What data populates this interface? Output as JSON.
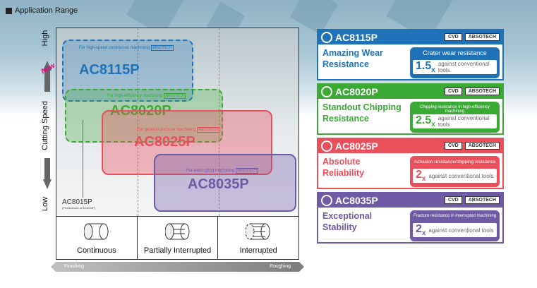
{
  "title": "Application Range",
  "axis": {
    "y_label": "Cutting Speed",
    "y_high": "High",
    "y_low": "Low",
    "x_left": "Finishing",
    "x_right": "Roughing"
  },
  "modes": [
    {
      "label": "Continuous",
      "icon": "continuous-cutting-icon"
    },
    {
      "label": "Partially Interrupted",
      "icon": "partially-interrupted-icon"
    },
    {
      "label": "Interrupted",
      "icon": "interrupted-cutting-icon"
    }
  ],
  "new_badge": "New",
  "absotech": "ABSOTECH",
  "grades": [
    {
      "name": "AC8115P",
      "range_label": "For high-speed continuous machining",
      "color": "#1f72b8"
    },
    {
      "name": "AC8020P",
      "range_label": "For high-efficiency machining",
      "color": "#3aaa35"
    },
    {
      "name": "AC8025P",
      "range_label": "For general-purpose machining",
      "color": "#e8505b"
    },
    {
      "name": "AC8035P",
      "range_label": "For interrupted machining",
      "color": "#6f5aa6"
    }
  ],
  "legacy": {
    "name": "AC8015P",
    "note": "(Predecessor of AC8115P)"
  },
  "cards": [
    {
      "name": "AC8115P",
      "desc1": "Amazing Wear",
      "desc2": "Resistance",
      "feature": "Crater wear resistance",
      "mult": "1.5",
      "against": "against conventional tools",
      "cvd": "CVD",
      "absotech": "ABSOTECH",
      "color": "#1f72b8"
    },
    {
      "name": "AC8020P",
      "desc1": "Standout Chipping",
      "desc2": "Resistance",
      "feature": "Chipping resistance in high-efficiency machining",
      "mult": "2.5",
      "against": "against conventional tools",
      "cvd": "CVD",
      "absotech": "ABSOTECH",
      "color": "#3aaa35"
    },
    {
      "name": "AC8025P",
      "desc1": "Absolute",
      "desc2": "Reliability",
      "feature": "Adhesion resistance/chipping resistance",
      "mult": "2",
      "against": "against conventional tools",
      "cvd": "CVD",
      "absotech": "ABSOTECH",
      "color": "#e8505b"
    },
    {
      "name": "AC8035P",
      "desc1": "Exceptional",
      "desc2": "Stability",
      "feature": "Fracture resistance in interrupted machining",
      "mult": "2",
      "against": "against conventional tools",
      "cvd": "CVD",
      "absotech": "ABSOTECH",
      "color": "#6f5aa6"
    }
  ],
  "mult_suffix": "x"
}
